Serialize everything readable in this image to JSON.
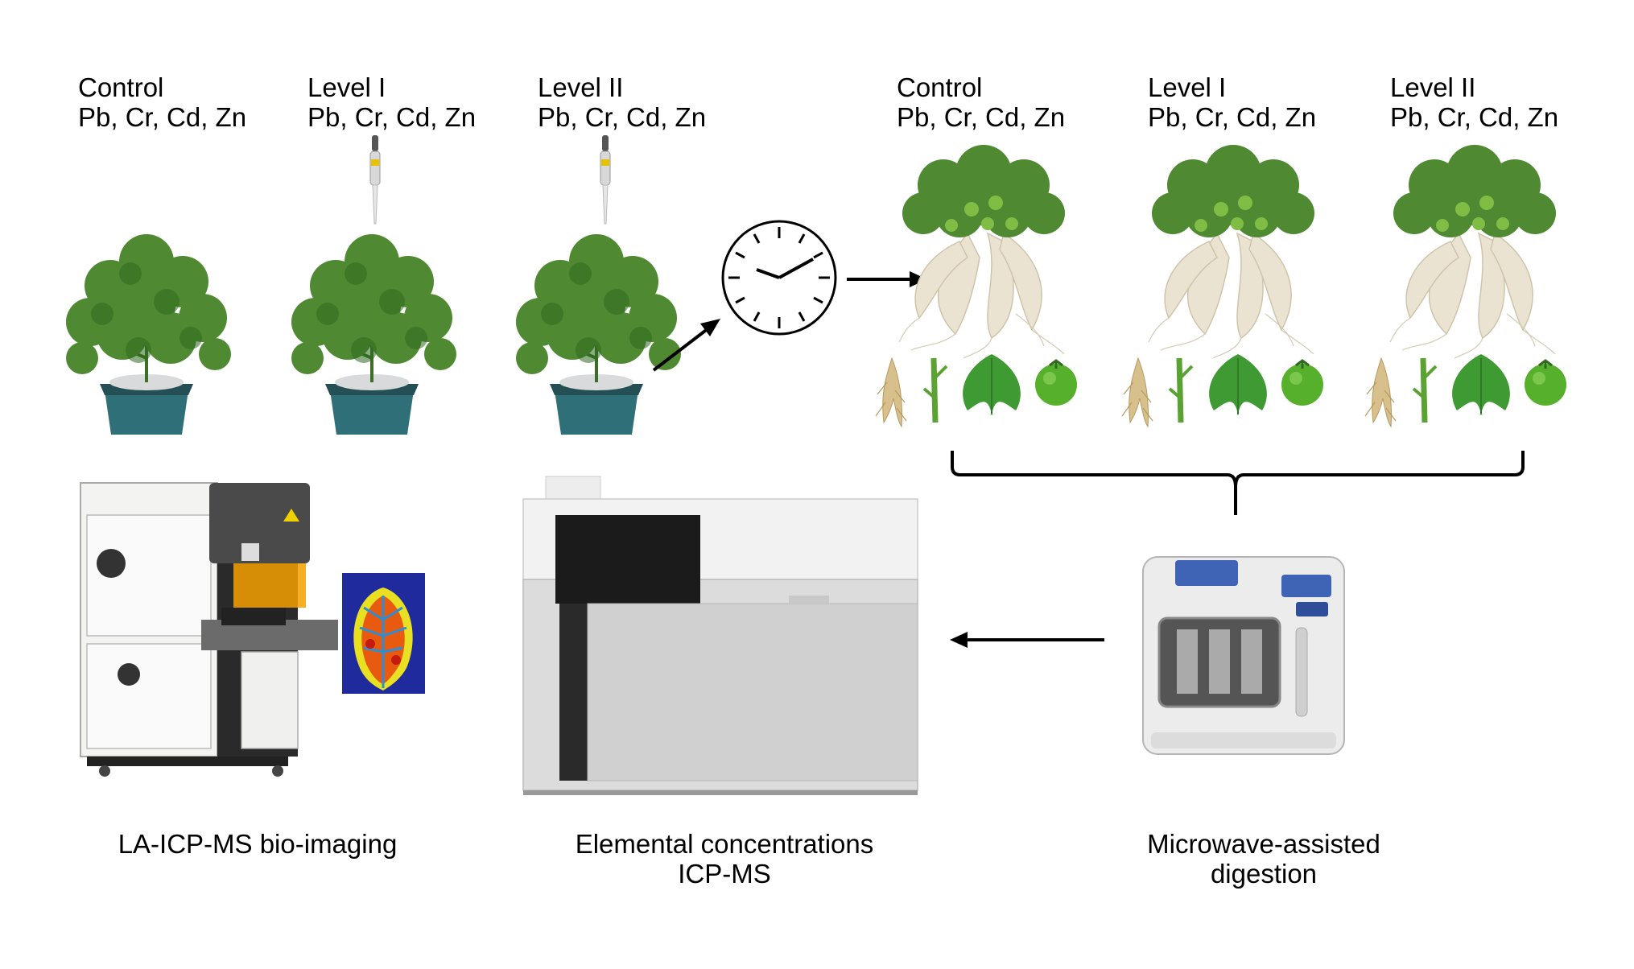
{
  "groups_before": [
    {
      "title": "Control",
      "elements": "Pb, Cr, Cd, Zn"
    },
    {
      "title": "Level I",
      "elements": "Pb, Cr, Cd, Zn"
    },
    {
      "title": "Level II",
      "elements": "Pb, Cr, Cd, Zn"
    }
  ],
  "groups_after": [
    {
      "title": "Control",
      "elements": "Pb, Cr, Cd, Zn"
    },
    {
      "title": "Level I",
      "elements": "Pb, Cr, Cd, Zn"
    },
    {
      "title": "Level II",
      "elements": "Pb, Cr, Cd, Zn"
    }
  ],
  "captions": {
    "la_icp": "LA-ICP-MS bio-imaging",
    "icp_line1": "Elemental concentrations",
    "icp_line2": "ICP-MS",
    "mw_line1": "Microwave-assisted",
    "mw_line2": "digestion"
  },
  "icons": {
    "plant": "potted-tomato-plant-icon",
    "pipette": "pipette-icon",
    "clock": "clock-icon",
    "harvest": "harvested-plant-icon",
    "root": "root-icon",
    "stem": "stem-icon",
    "leaf": "leaf-icon",
    "fruit": "tomato-icon",
    "la_instrument": "laser-ablation-instrument-icon",
    "heatmap": "leaf-heatmap-icon",
    "icp_instrument": "icp-ms-instrument-icon",
    "microwave": "microwave-digester-icon"
  },
  "colors": {
    "foliage": "#4f8a33",
    "foliage_dark": "#2f6a1f",
    "pot": "#2f6f78",
    "root": "#e6dcc7",
    "tomato": "#56b02c"
  }
}
